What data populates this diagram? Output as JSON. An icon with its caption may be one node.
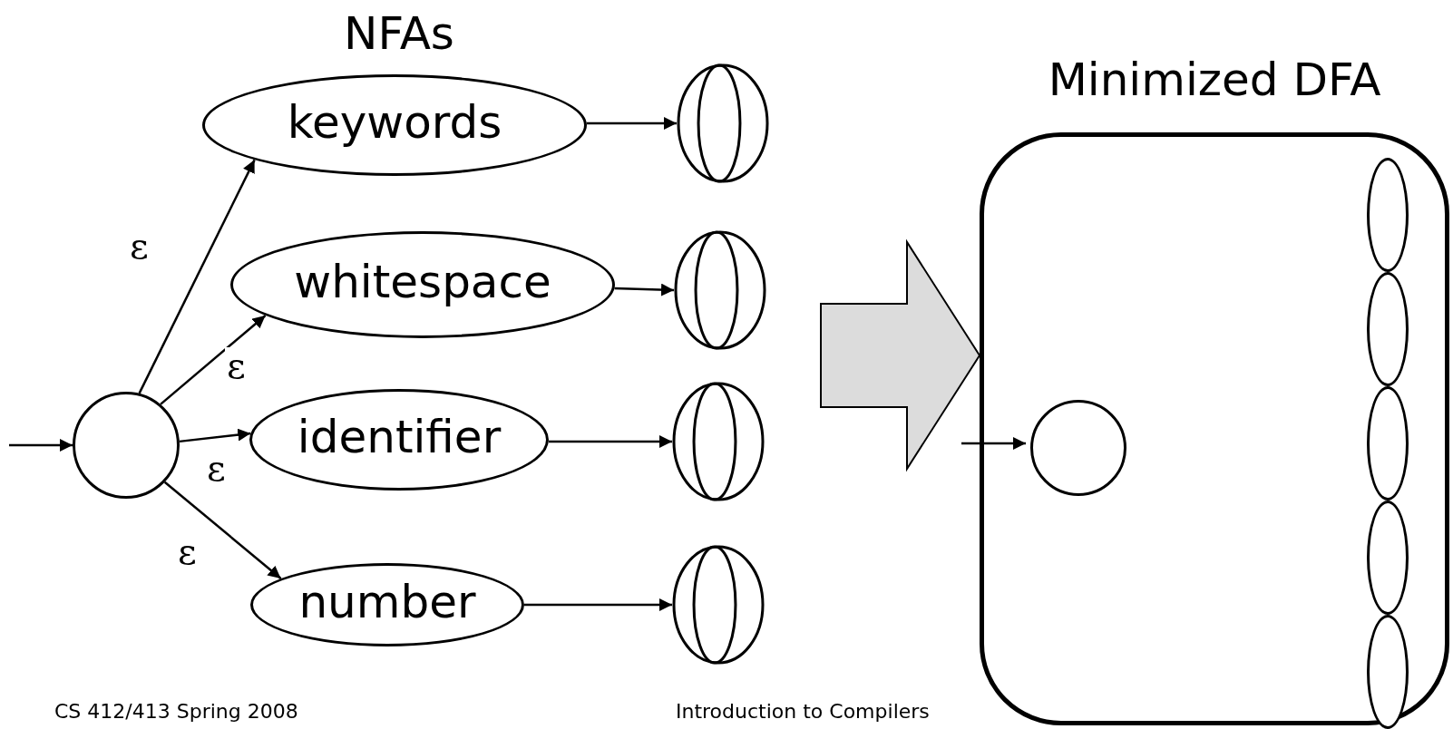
{
  "diagram": {
    "nodes": [
      {
        "text": [],
        "shape": "circle"
      },
      {
        "text": [
          "keywords"
        ]
      },
      {
        "text": [
          "whitespace"
        ]
      },
      {
        "text": [
          "identifier"
        ]
      },
      {
        "text": [
          "number"
        ]
      },
      {
        "text": [],
        "shape": "circle"
      },
      {
        "text": [],
        "shape": "circle"
      },
      {
        "text": [],
        "shape": "circle"
      },
      {
        "text": [],
        "shape": "circle"
      },
      {
        "text": [
          "Minimized DFA"
        ]
      },
      {
        "text": [],
        "shape": "circle",
        "in": 9
      },
      {
        "text": [],
        "shape": "circle",
        "in": 9
      },
      {
        "text": [],
        "shape": "circle",
        "in": 9
      },
      {
        "text": [],
        "shape": "circle",
        "in": 9
      },
      {
        "text": [],
        "shape": "circle",
        "in": 9
      },
      {
        "text": [],
        "shape": "circle",
        "in": 9
      }
    ],
    "edges": [
      {
        "from": null,
        "to": 0,
        "arrow": "to"
      },
      {
        "from": 0,
        "to": 1,
        "arrow": "to",
        "label": "ε"
      },
      {
        "from": 0,
        "to": 2,
        "arrow": "to",
        "label": "ε"
      },
      {
        "from": 0,
        "to": 3,
        "arrow": "to",
        "label": "ε"
      },
      {
        "from": 0,
        "to": 4,
        "arrow": "to",
        "label": "ε"
      },
      {
        "from": 1,
        "to": 5,
        "arrow": "to"
      },
      {
        "from": 2,
        "to": 6,
        "arrow": "to"
      },
      {
        "from": 3,
        "to": 7,
        "arrow": "to"
      },
      {
        "from": 4,
        "to": 8,
        "arrow": "to"
      },
      {
        "from": null,
        "to": 9,
        "arrow": "to",
        "style": "thick",
        "color": "#dcdcdc"
      },
      {
        "from": null,
        "to": 10,
        "arrow": "to"
      }
    ],
    "labels": [
      "NFAs",
      "CS 412/413 Spring 2008",
      "Introduction to Compilers"
    ]
  }
}
